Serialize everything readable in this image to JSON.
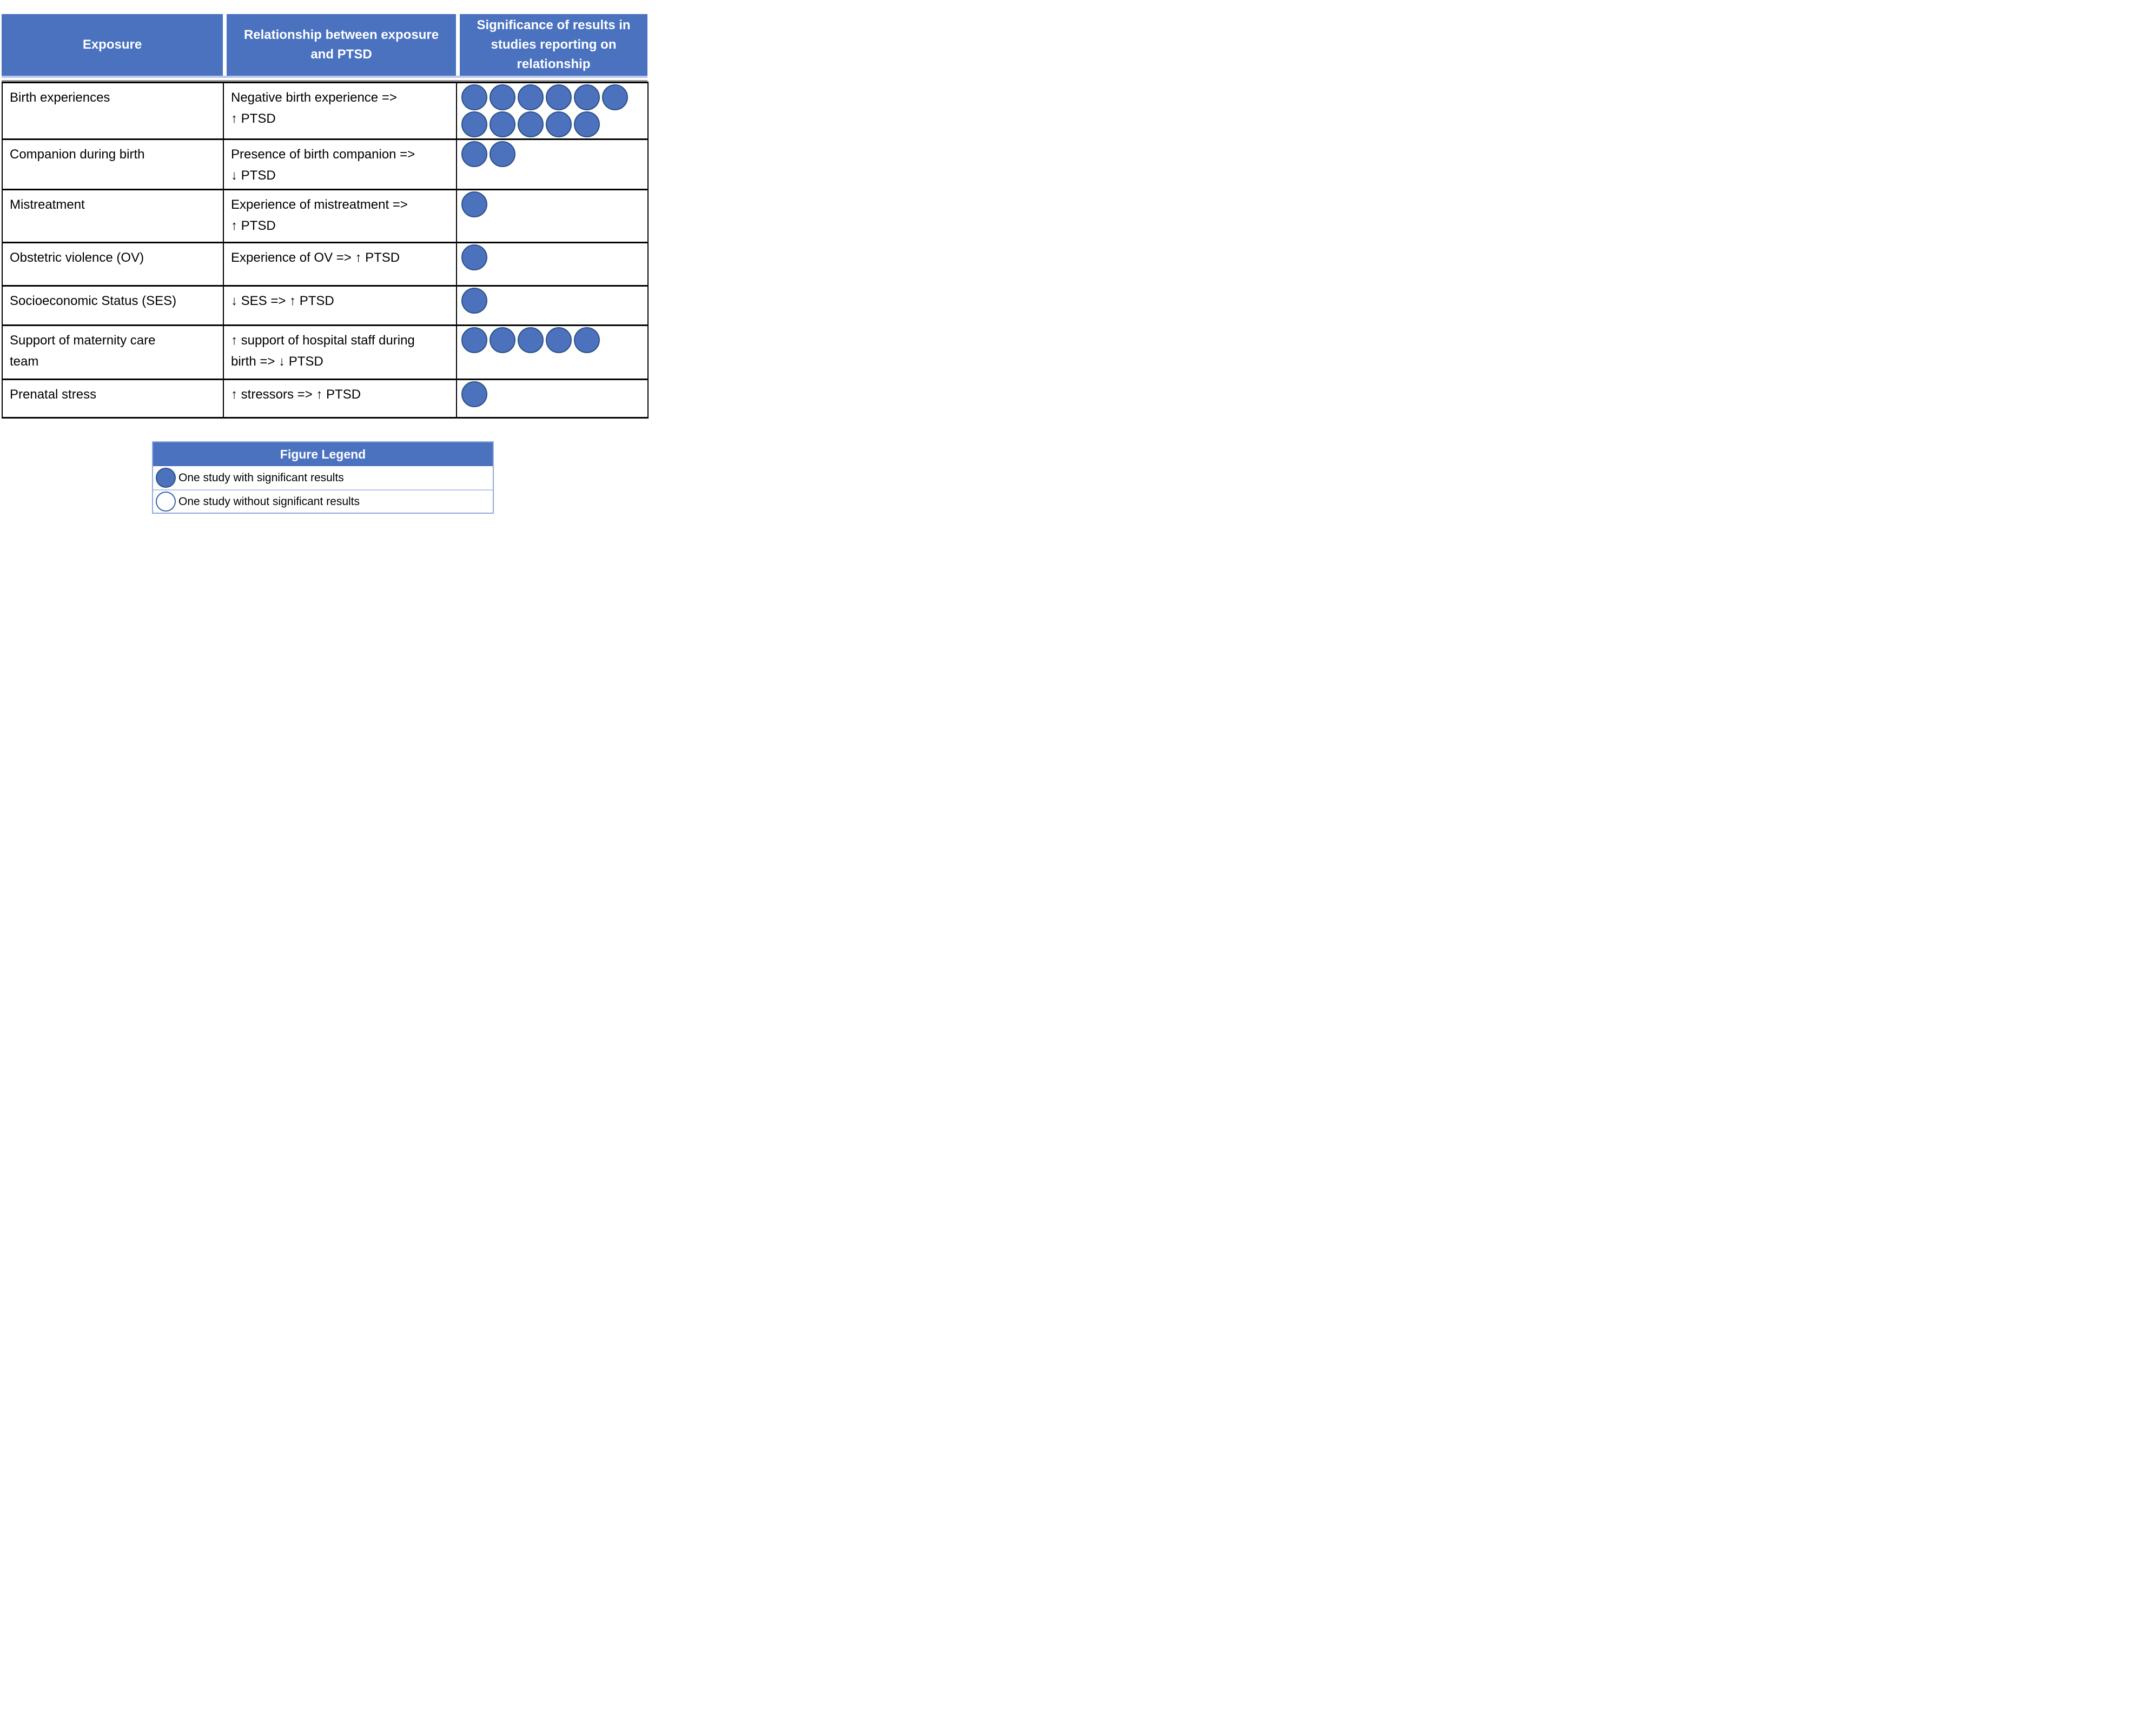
{
  "table": {
    "headers": [
      "Exposure",
      "Relationship between exposure\nand PTSD",
      "Significance of results in\nstudies reporting on\nrelationship"
    ],
    "rows": [
      {
        "exposure": "Birth experiences",
        "relationship": "Negative birth experience =>\n↑ PTSD",
        "significant_studies": 11,
        "nonsignificant_studies": 0
      },
      {
        "exposure": "Companion during birth",
        "relationship": "Presence of birth companion =>\n↓ PTSD",
        "significant_studies": 2,
        "nonsignificant_studies": 0
      },
      {
        "exposure": "Mistreatment",
        "relationship": "Experience of mistreatment =>\n↑ PTSD",
        "significant_studies": 1,
        "nonsignificant_studies": 0
      },
      {
        "exposure": "Obstetric violence (OV)",
        "relationship": "Experience of OV => ↑ PTSD",
        "significant_studies": 1,
        "nonsignificant_studies": 0
      },
      {
        "exposure": "Socioeconomic Status (SES)",
        "relationship": "↓ SES  => ↑ PTSD",
        "significant_studies": 1,
        "nonsignificant_studies": 0
      },
      {
        "exposure": "Support of maternity care\nteam",
        "relationship": "↑ support of hospital staff during\nbirth  => ↓ PTSD",
        "significant_studies": 5,
        "nonsignificant_studies": 0
      },
      {
        "exposure": "Prenatal stress",
        "relationship": "↑ stressors  =>  ↑ PTSD",
        "significant_studies": 1,
        "nonsignificant_studies": 0
      }
    ]
  },
  "legend": {
    "title": "Figure Legend",
    "items": [
      {
        "shape": "filled-circle",
        "label": "One study with significant results"
      },
      {
        "shape": "empty-circle",
        "label": "One study without significant results"
      }
    ]
  },
  "colors": {
    "header_blue": "#4a72bf",
    "dot_fill": "#4c72bd",
    "dot_border": "#2e5188",
    "empty_dot_border": "#3c62a8",
    "header_accent_strip": "#b7c6ea",
    "legend_border": "#8fa9dc",
    "body_border": "#000000",
    "divider_gray": "#9a9a9a"
  }
}
